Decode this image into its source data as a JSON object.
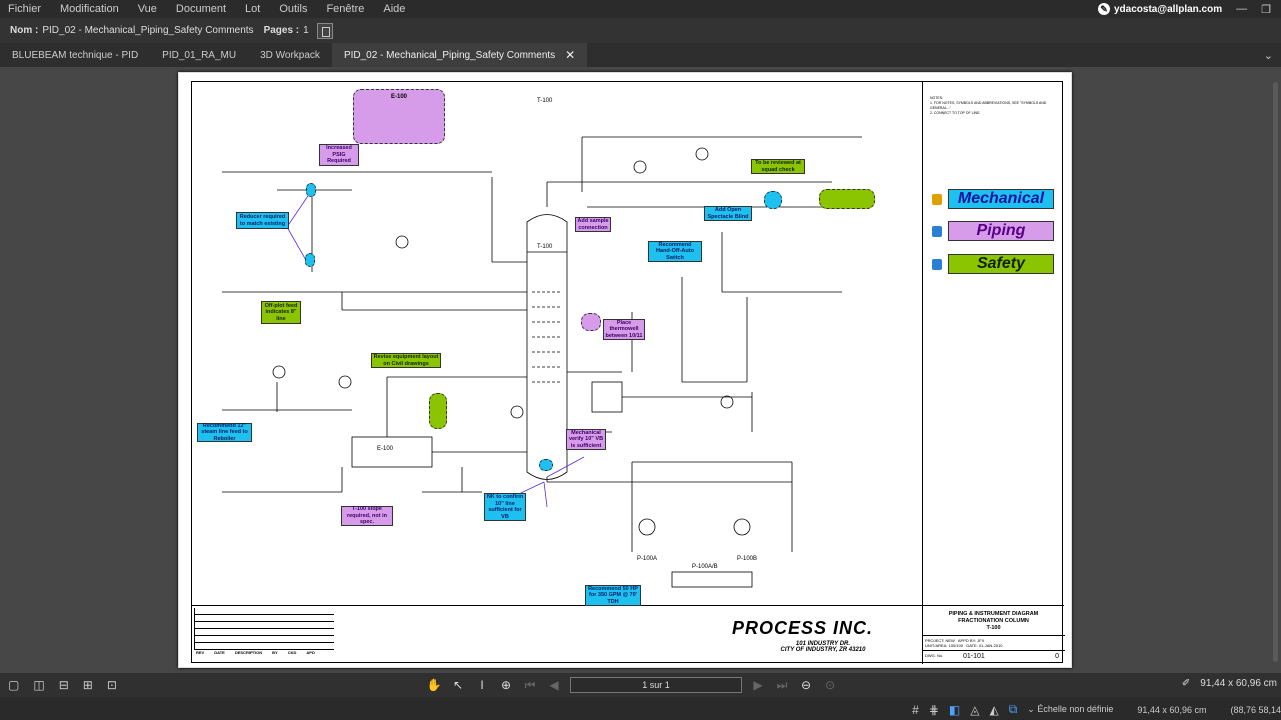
{
  "menubar": {
    "items": [
      "Fichier",
      "Modification",
      "Vue",
      "Document",
      "Lot",
      "Outils",
      "Fenêtre",
      "Aide"
    ],
    "user": "ydacosta@allplan.com",
    "minimize": "—",
    "restore": "❐"
  },
  "docbar": {
    "name_label": "Nom :",
    "name_value": "PID_02 - Mechanical_Piping_Safety Comments",
    "pages_label": "Pages :",
    "pages_value": "1"
  },
  "tabs": [
    {
      "label": "BLUEBEAM technique - PID"
    },
    {
      "label": "PID_01_RA_MU"
    },
    {
      "label": "3D Workpack"
    },
    {
      "label": "PID_02 - Mechanical_Piping_Safety Comments",
      "active": true
    }
  ],
  "drawing": {
    "legend": {
      "mechanical": "Mechanical",
      "piping": "Piping",
      "safety": "Safety"
    },
    "colors": {
      "mechanical": "#1dc0ef",
      "piping": "#d79ce9",
      "safety": "#8bc400"
    },
    "comments": {
      "increased_psig": "Increased PSIG Required",
      "reducer": "Reducer required to match existing",
      "offplot": "Off-plot feed indicates 8\" line",
      "steam": "Recommend 12\" steam line feed to Reboiler",
      "slope": "T-100 slope required, not in spec.",
      "revise": "Revise equipment layout on Civil drawings",
      "sample": "Add sample connection",
      "spectacle": "Add Open Spectacle Blind",
      "review_squad": "To be reviewed at squad check",
      "hoa": "Recommend Hand-Off-Auto Switch",
      "thermowell": "Place thermowell between 10/11",
      "verify_vb": "Mechanical verify 10\" VB is sufficient",
      "nk_confirm": "NK to confirm 10\" line sufficient for VB",
      "recommend_hp": "Recommend 50 HP for 350 GPM @ 70' TDH"
    },
    "labels": {
      "e100_top": "E-100",
      "t100_top": "T-100",
      "t100": "T-100",
      "e100": "E-100",
      "p100a": "P-100A",
      "p100b": "P-100B",
      "p100ab": "P-100A/B"
    },
    "title_block": {
      "company": "PROCESS INC.",
      "address1": "101 INDUSTRY DR.",
      "address2": "CITY OF INDUSTRY, ZR  43210",
      "diagram_title1": "PIPING & INSTRUMENT DIAGRAM",
      "diagram_title2": "FRACTIONATION COLUMN",
      "diagram_title3": "T-100",
      "dwg_label": "DWG. No.",
      "dwg_no": "01-101",
      "rev_no": "0",
      "rev_headers": [
        "REV",
        "DATE",
        "DESCRIPTION",
        "BY",
        "CKD",
        "APD"
      ]
    }
  },
  "bottombar": {
    "page_field": "1 sur 1",
    "size": "91,44 x 60,96 cm"
  },
  "statusbar": {
    "scale": "Échelle non définie",
    "size": "91,44 x 60,96 cm",
    "coords": "(88,76 58,14"
  }
}
